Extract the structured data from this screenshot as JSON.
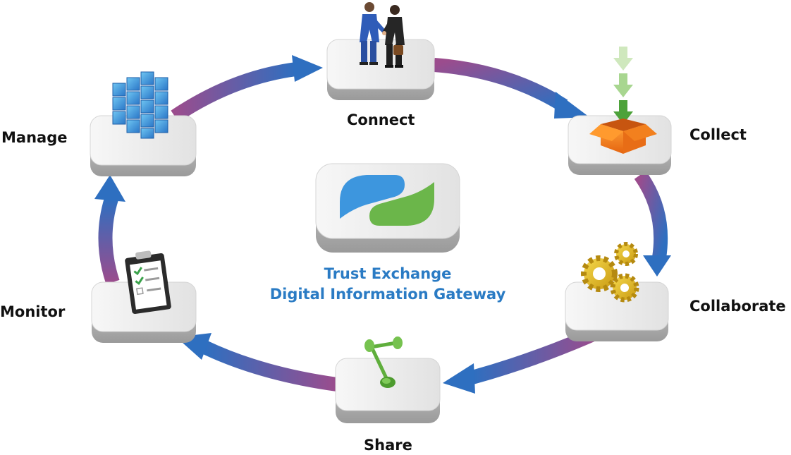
{
  "diagram": {
    "center": {
      "title_line1": "Trust Exchange",
      "title_line2": "Digital Information Gateway",
      "logo_icon": "trust-exchange-logo-icon"
    },
    "stages": [
      {
        "label": "Connect",
        "icon": "handshake-icon"
      },
      {
        "label": "Collect",
        "icon": "inbox-download-icon"
      },
      {
        "label": "Collaborate",
        "icon": "gears-icon"
      },
      {
        "label": "Share",
        "icon": "share-node-icon"
      },
      {
        "label": "Monitor",
        "icon": "clipboard-checklist-icon"
      },
      {
        "label": "Manage",
        "icon": "cube-grid-icon"
      }
    ],
    "colors": {
      "arrow_blue": "#2e6fc0",
      "arrow_purple": "#9b4c8d",
      "title_blue": "#2a7bc4",
      "logo_blue": "#3d96de",
      "logo_green": "#6bb64a"
    }
  }
}
